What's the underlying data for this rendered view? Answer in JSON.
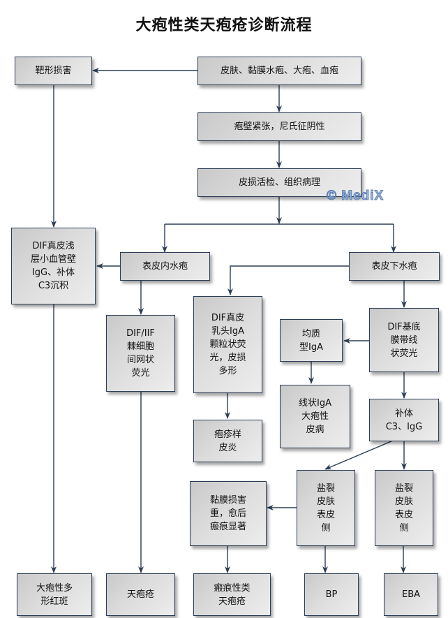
{
  "title": "大疱性类天疱疮诊断流程",
  "watermark": "© MediX",
  "colors": {
    "connector": "#2b3d55",
    "box_border": "#2b3d55",
    "box_fill_light": "#ededed",
    "box_fill_dark": "#c9c9c9"
  },
  "nodes": {
    "target_lesion": "靶形损害",
    "skin_mucosa_blisters": "皮肤、黏膜水疱、大疱、血疱",
    "tense_blister_nikolsky_negative": "疱壁紧张，尼氏征阴性",
    "biopsy_histopathology": "皮损活检、组织病理",
    "dif_superficial_dermal_vessels": "DIF真皮浅\n层小血管壁\nIgG、补体\nC3沉积",
    "intraepidermal_blister": "表皮内水疱",
    "subepidermal_blister": "表皮下水疱",
    "dif_iif_intercellular": "DIF/IIF\n棘细胞\n间网状\n荧光",
    "dif_dermal_papilla_iga": "DIF真皮\n乳头IgA\n颗粒状荧\n光，皮损\n多形",
    "homogeneous_iga": "均质\n型IgA",
    "dif_bmz_linear": "DIF基底\n膜带线\n状荧光",
    "dermatitis_herpetiformis": "疱疹样\n皮炎",
    "linear_iga_bullous_dermatosis": "线状IgA\n大疱性\n皮病",
    "complement_c3_igg": "补体\nC3、IgG",
    "mucosal_damage_scarring": "黏膜损害\n重，愈后\n瘢痕显著",
    "salt_split_epidermal_side": "盐裂\n皮肤\n表皮\n侧",
    "salt_split_epidermal_side_2": "盐裂\n皮肤\n表皮\n侧",
    "erythema_multiforme_bullous": "大疱性多\n形红斑",
    "pemphigus": "天疱疮",
    "cicatricial_pemphigoid": "瘢痕性类\n天疱疮",
    "bp": "BP",
    "eba": "EBA"
  }
}
